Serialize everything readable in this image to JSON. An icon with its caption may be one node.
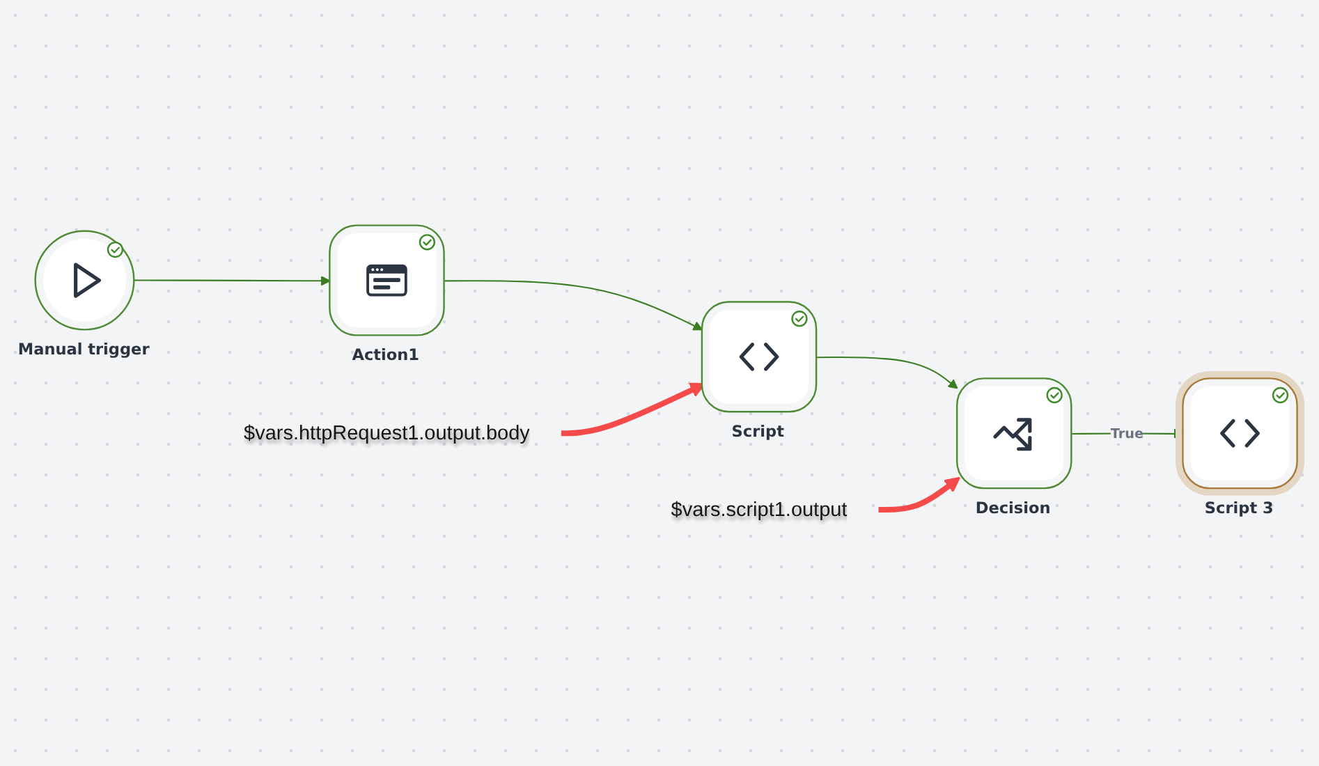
{
  "diagram": {
    "nodes": [
      {
        "text": [
          "Manual trigger"
        ]
      },
      {
        "text": [
          "Action1"
        ]
      },
      {
        "text": [
          "Script"
        ]
      },
      {
        "text": [
          "Decision"
        ]
      },
      {
        "text": [
          "Script 3"
        ]
      },
      {
        "text": [
          "$vars.httpRequest1.output.body"
        ]
      },
      {
        "text": [
          "$vars.script1.output"
        ]
      }
    ],
    "edges": [
      {
        "from": 0,
        "to": 1,
        "arrow": "to"
      },
      {
        "from": 1,
        "to": 2,
        "arrow": "to"
      },
      {
        "from": 2,
        "to": 3,
        "arrow": "to"
      },
      {
        "from": 3,
        "to": 4,
        "arrow": "to",
        "label": "True"
      },
      {
        "from": 5,
        "to": 2,
        "arrow": "to",
        "style": "thick",
        "color": "#f44a4a"
      },
      {
        "from": 6,
        "to": 3,
        "arrow": "to",
        "style": "thick",
        "color": "#f44a4a"
      }
    ]
  }
}
